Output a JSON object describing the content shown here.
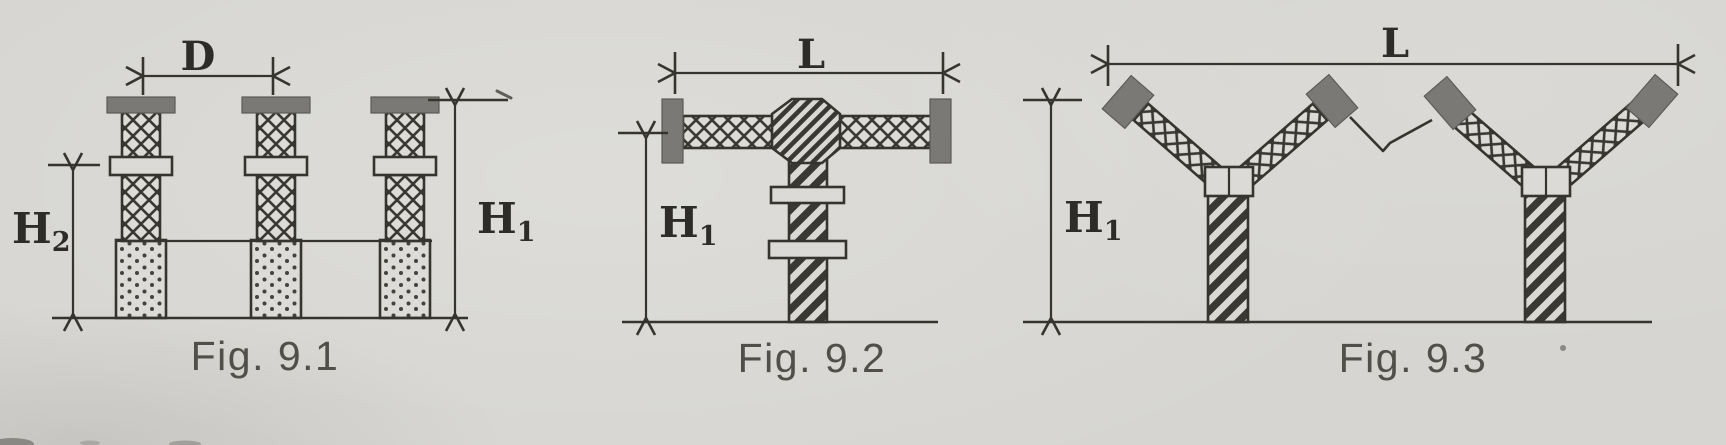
{
  "canvas": {
    "background": "#d6d5d1",
    "ink_color": "#36342f",
    "cap_color": "#7b7975",
    "paper_fill": "#dbdad6",
    "caption_color": "#514f4a"
  },
  "fig1": {
    "caption": "Fig. 9.1",
    "labels": {
      "d": "D",
      "h2_main": "H",
      "h2_sub": "2",
      "h1_main": "H",
      "h1_sub": "1"
    }
  },
  "fig2": {
    "caption": "Fig. 9.2",
    "labels": {
      "l": "L",
      "h1_main": "H",
      "h1_sub": "1"
    }
  },
  "fig3": {
    "caption": "Fig. 9.3",
    "labels": {
      "l": "L",
      "h1_main": "H",
      "h1_sub": "1"
    }
  }
}
